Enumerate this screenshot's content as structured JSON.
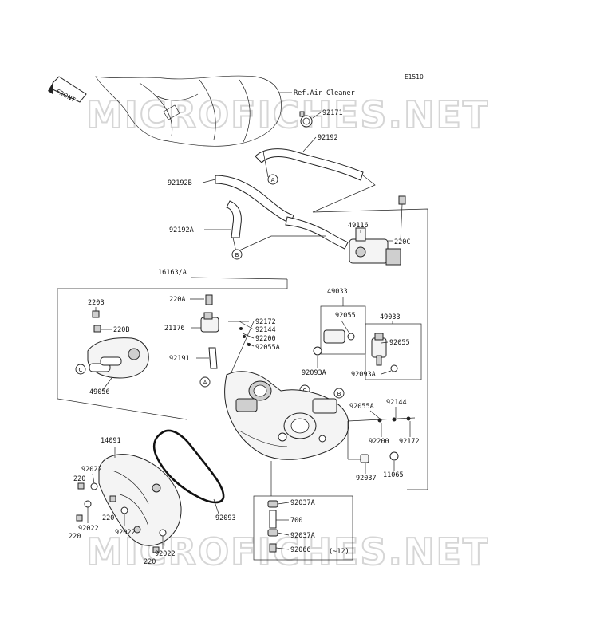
{
  "diagram_code": "E1510",
  "front_label": "FRONT",
  "ref_label": "Ref.Air Cleaner",
  "watermark_text": "MICROFICHES.NET",
  "note": "(~12)",
  "parts": {
    "p92171": "92171",
    "p92192": "92192",
    "p92192B": "92192B",
    "p92192A": "92192A",
    "p49116": "49116",
    "p220C": "220C",
    "p16163A": "16163/A",
    "p220A": "220A",
    "p220B_top": "220B",
    "p220B": "220B",
    "p21176": "21176",
    "p92172_top": "92172",
    "p92144_top": "92144",
    "p92200_top": "92200",
    "p92055A_top": "92055A",
    "p49033_a": "49033",
    "p92055_a": "92055",
    "p49033_b": "49033",
    "p92055_b": "92055",
    "p92191": "92191",
    "p92093A_a": "92093A",
    "p92093A_b": "92093A",
    "p49056": "49056",
    "p92055A": "92055A",
    "p92144": "92144",
    "p92200": "92200",
    "p92172": "92172",
    "p14091": "14091",
    "p92022_a": "92022",
    "p220_a": "220",
    "p220_b": "220",
    "p92022_b": "92022",
    "p92022_c": "92022",
    "p220_c": "220",
    "p92022_d": "92022",
    "p220_d": "220",
    "p92093": "92093",
    "p92037A_a": "92037A",
    "p700": "700",
    "p92037A_b": "92037A",
    "p92066": "92066",
    "p92037": "92037",
    "p11065": "11065"
  },
  "callouts": {
    "A": "A",
    "B": "B",
    "C": "C"
  }
}
